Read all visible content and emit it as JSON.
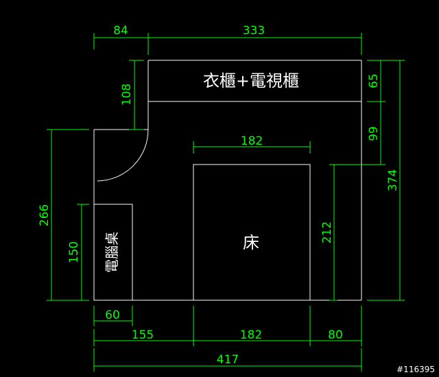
{
  "labels": {
    "wardrobe": "衣櫃+電視櫃",
    "bed": "床",
    "desk": "電腦桌"
  },
  "dimensions": {
    "top_left": "84",
    "top_right": "333",
    "wardrobe_depth_left": "108",
    "right_upper": "65",
    "right_mid": "99",
    "right_total": "374",
    "bed_width_top": "182",
    "bed_length": "212",
    "left_total": "266",
    "desk_height": "150",
    "desk_width": "60",
    "bottom_left": "155",
    "bottom_mid": "182",
    "bottom_right": "80",
    "bottom_total": "417"
  },
  "watermark": "#116395",
  "colors": {
    "walls": "#ffffff",
    "dimensions": "#00ff00",
    "background": "#000000"
  }
}
